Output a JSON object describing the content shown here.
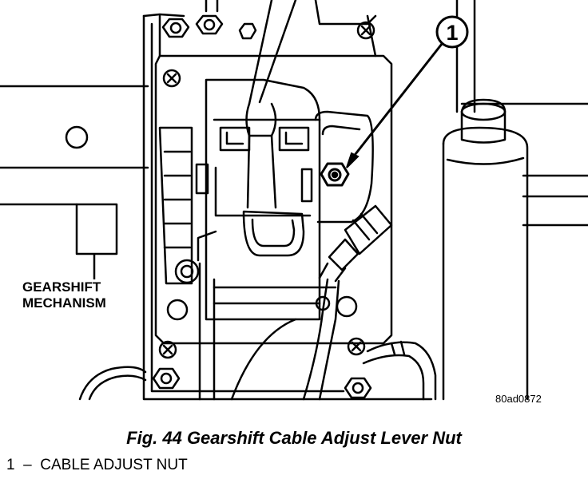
{
  "callout": {
    "number": "1"
  },
  "labels": {
    "gearshift_line1": "GEARSHIFT",
    "gearshift_line2": "MECHANISM"
  },
  "figure_code": "80ad0872",
  "caption": "Fig. 44 Gearshift Cable Adjust Lever Nut",
  "legend": {
    "number": "1",
    "separator": "–",
    "text": "CABLE ADJUST NUT"
  }
}
